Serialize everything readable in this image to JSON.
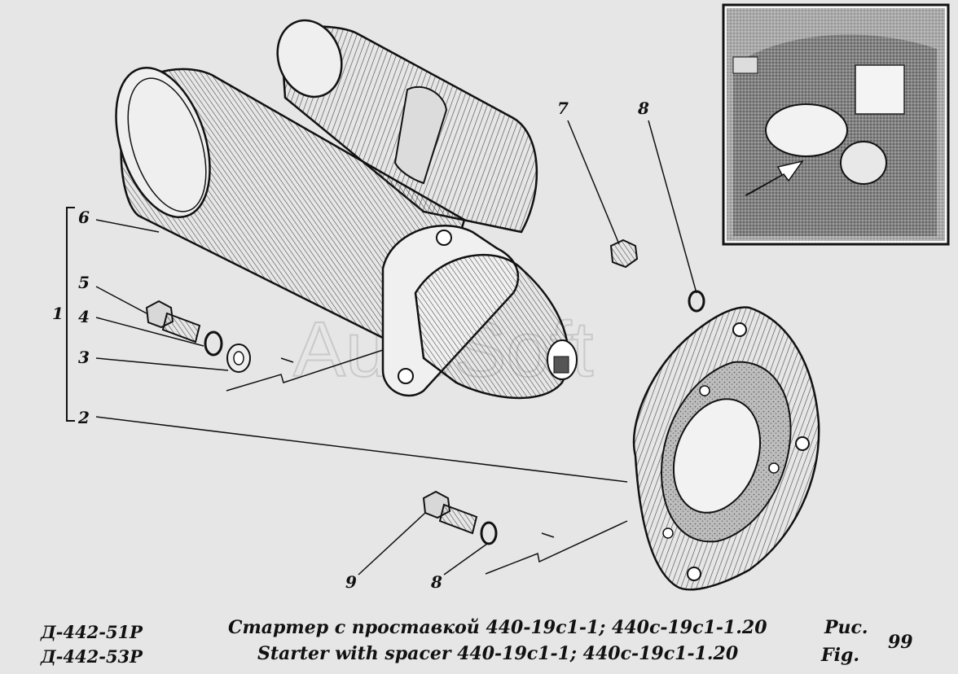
{
  "callouts": {
    "c1": "1",
    "c2": "2",
    "c3": "3",
    "c4": "4",
    "c5": "5",
    "c6": "6",
    "c7": "7",
    "c8a": "8",
    "c8b": "8",
    "c9": "9"
  },
  "watermark": "AutoSoft",
  "footer": {
    "model_1": "Д-442-51Р",
    "model_2": "Д-442-53Р",
    "title_ru": "Стартер с проставкой 440-19с1-1; 440с-19с1-1.20",
    "title_en": "Starter with spacer 440-19c1-1; 440c-19c1-1.20",
    "fig_ru": "Рис.",
    "fig_en": "Fig.",
    "fig_number": "99"
  }
}
